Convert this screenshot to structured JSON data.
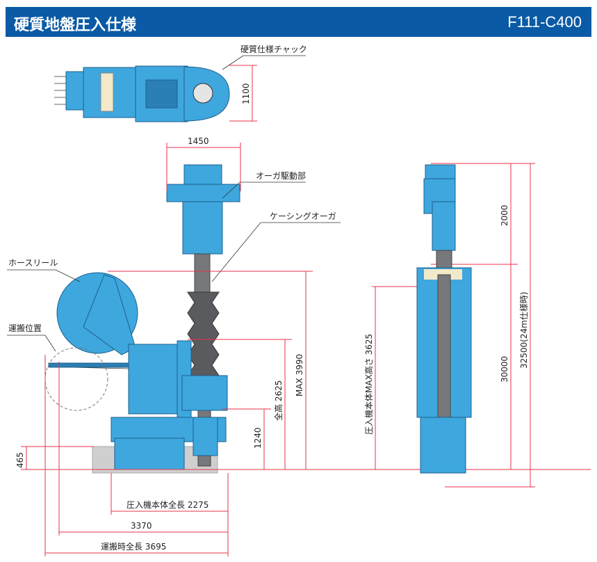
{
  "header": {
    "title": "硬質地盤圧入仕様",
    "model": "F111-C400"
  },
  "labels": {
    "chuck": "硬質仕様チャック",
    "auger_drive": "オーガ駆動部",
    "casing_auger": "ケーシングオーガ",
    "hose_reel": "ホースリール",
    "transport_position": "運搬位置"
  },
  "dimensions": {
    "chuck_width": "1100",
    "drive_width": "1450",
    "max_height": "MAX 3990",
    "total_height": "全高 2625",
    "h1240": "1240",
    "h465": "465",
    "body_length": "圧入機本体全長 2275",
    "length_3370": "3370",
    "transport_length": "運搬時全長 3695",
    "h2000": "2000",
    "h30000": "30000",
    "h32500": "32500(24m仕様時)",
    "body_max_height": "圧入機本体MAX高さ 3625"
  }
}
